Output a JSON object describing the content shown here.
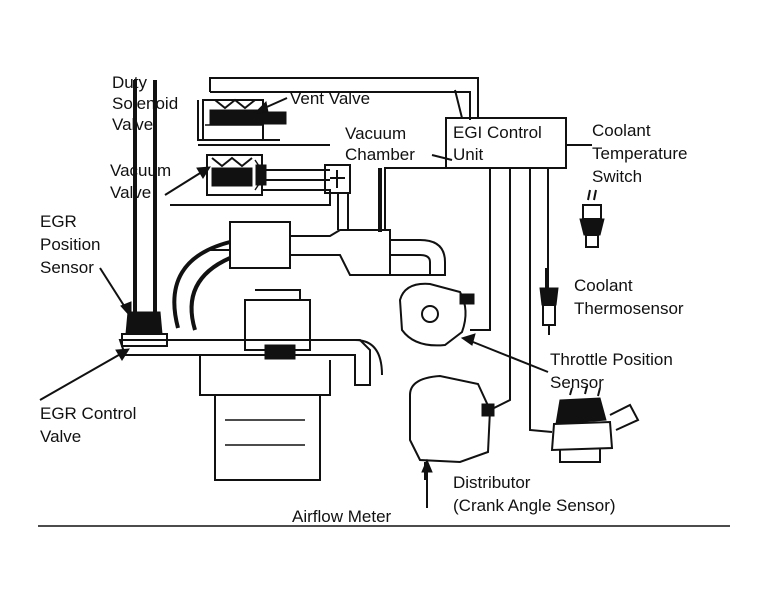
{
  "labels": {
    "duty_solenoid_1": "Duty",
    "duty_solenoid_2": "Solenoid",
    "duty_solenoid_3": "Valve",
    "vent_valve": "Vent Valve",
    "vacuum_chamber_1": "Vacuum",
    "vacuum_chamber_2": "Chamber",
    "egi_1": "EGI Control",
    "egi_2": "Unit",
    "coolant_temp_1": "Coolant",
    "coolant_temp_2": "Temperature",
    "coolant_temp_3": "Switch",
    "vacuum_valve_1": "Vacuum",
    "vacuum_valve_2": "Valve",
    "egr_pos_1": "EGR",
    "egr_pos_2": "Position",
    "egr_pos_3": "Sensor",
    "coolant_thermo_1": "Coolant",
    "coolant_thermo_2": "Thermosensor",
    "throttle_1": "Throttle Position",
    "throttle_2": "Sensor",
    "egr_ctrl_1": "EGR Control",
    "egr_ctrl_2": "Valve",
    "distributor_1": "Distributor",
    "distributor_2": "(Crank Angle Sensor)",
    "airflow": "Airflow Meter"
  }
}
